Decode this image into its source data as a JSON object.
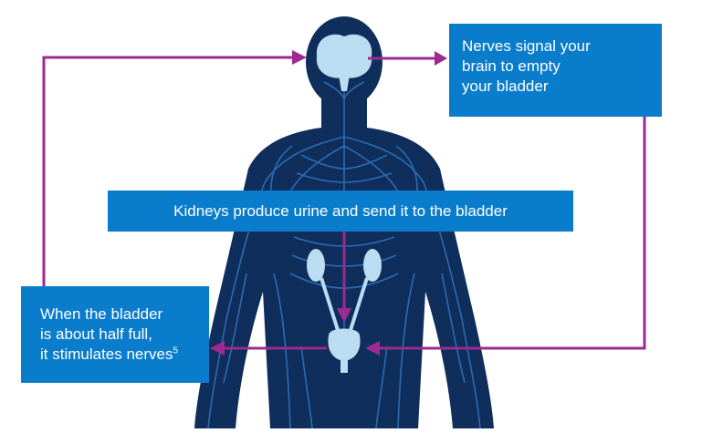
{
  "labels": {
    "brain_signal": [
      "Nerves signal your",
      "brain to empty",
      "your bladder"
    ],
    "kidneys": "Kidneys produce urine and send it to the bladder",
    "bladder_line1": "When the bladder",
    "bladder_line2": "is about half full,",
    "bladder_line3": "it stimulates nerves",
    "bladder_footnote": "5"
  },
  "colors": {
    "body_fill": "#0f2e5c",
    "nerves": "#2f6fb6",
    "organs": "#bcdcf2",
    "label_box": "#0a7ccc",
    "arrows": "#9c2a91"
  }
}
